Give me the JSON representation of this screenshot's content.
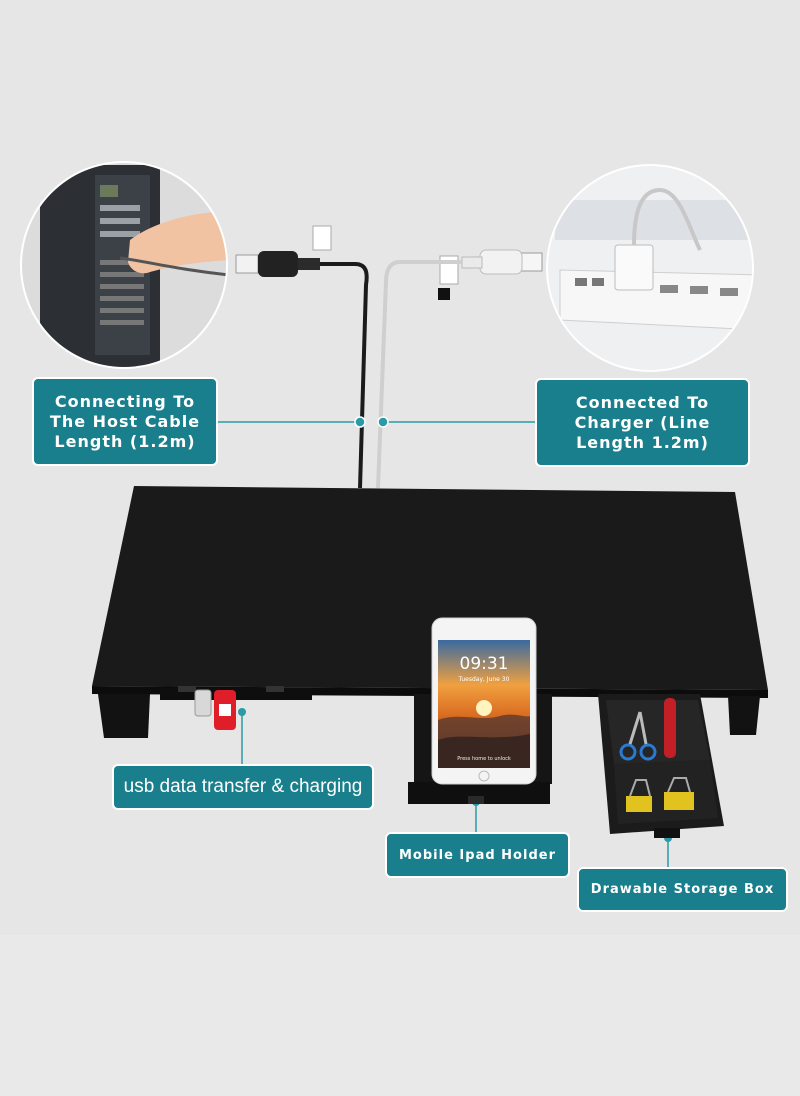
{
  "labels": {
    "host_cable": "Connecting To The Host Cable Length (1.2m)",
    "charger": "Connected To Charger (Line Length 1.2m)",
    "usb": "usb data transfer & charging",
    "holder": "Mobile Ipad Holder",
    "storage": "Drawable Storage Box"
  },
  "phone": {
    "time": "09:31",
    "date": "Tuesday, June 30",
    "unlock_hint": "Press home to unlock"
  },
  "colors": {
    "label_bg": "#197f8c",
    "stand": "#171717",
    "background": "#e6e6e6"
  }
}
